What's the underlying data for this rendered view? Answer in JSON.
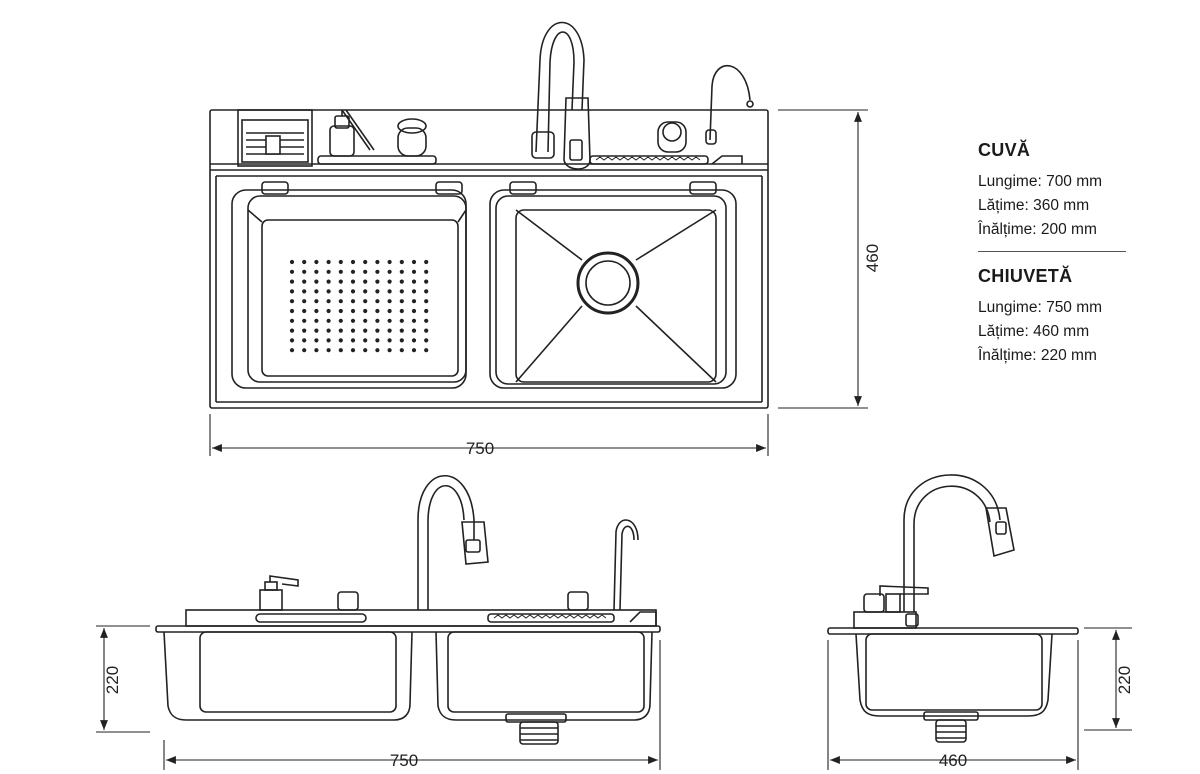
{
  "dimensions": {
    "top_width": "750",
    "top_height": "460",
    "front_width": "750",
    "front_height": "220",
    "side_width": "460",
    "side_height": "220"
  },
  "specs": {
    "basin": {
      "title": "CUVĂ",
      "length": "Lungime: 700 mm",
      "width": "Lățime: 360 mm",
      "height": "Înălțime: 200 mm"
    },
    "sink": {
      "title": "CHIUVETĂ",
      "length": "Lungime: 750 mm",
      "width": "Lățime: 460 mm",
      "height": "Înălțime: 220 mm"
    }
  }
}
